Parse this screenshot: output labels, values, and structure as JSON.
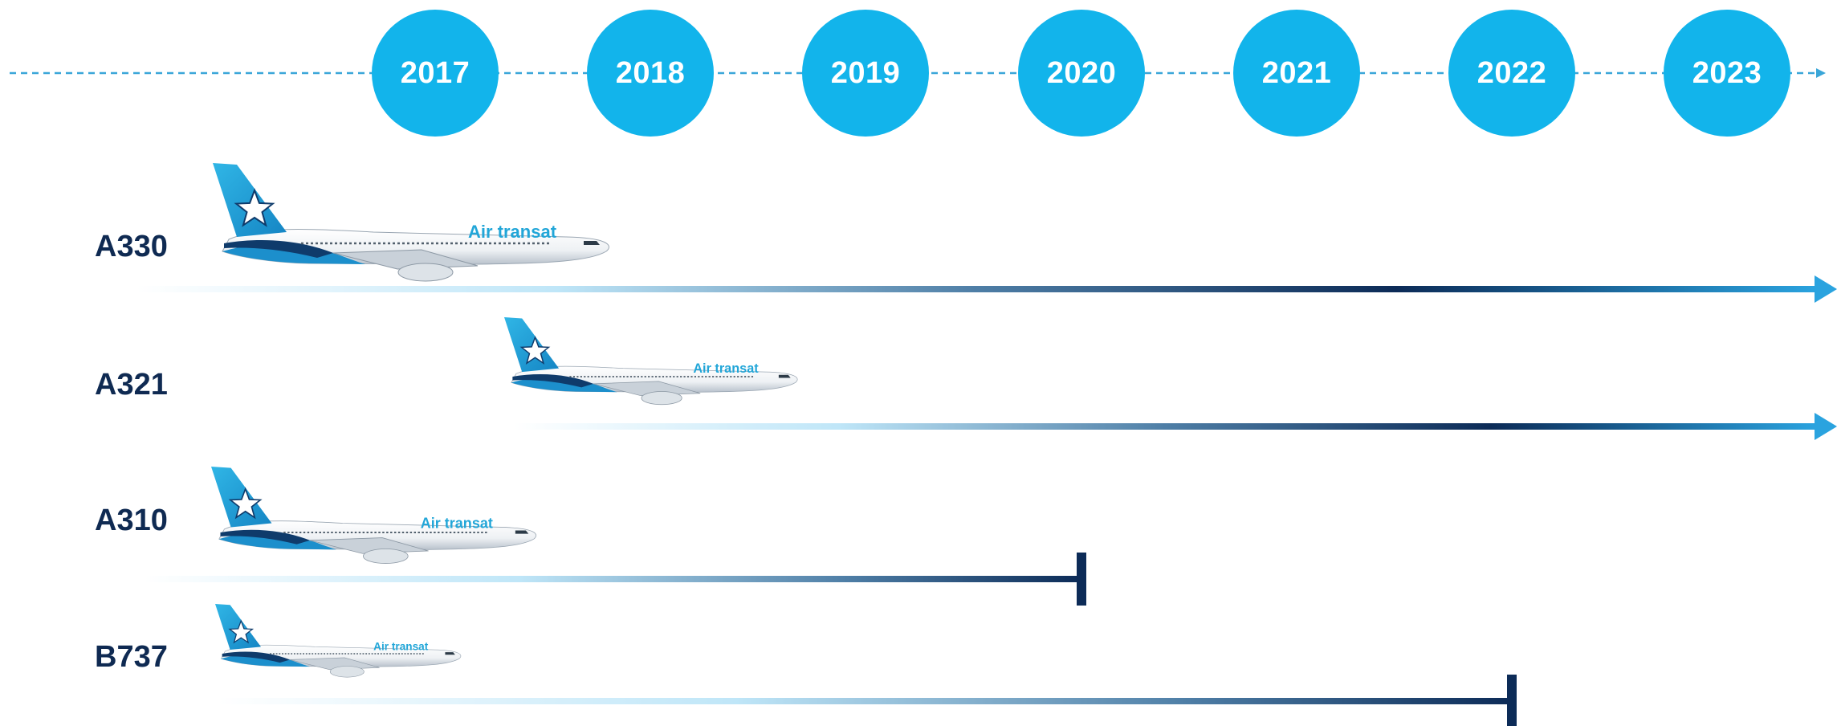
{
  "timeline": {
    "years": [
      "2017",
      "2018",
      "2019",
      "2020",
      "2021",
      "2022",
      "2023"
    ],
    "colors": {
      "circle": "#12b4eb",
      "dashed_line": "#3aa6d8"
    }
  },
  "fleet": [
    {
      "type": "A330",
      "livery": "Air transat",
      "end_year": "2023+",
      "continues": true
    },
    {
      "type": "A321",
      "livery": "Air transat",
      "end_year": "2023+",
      "continues": true
    },
    {
      "type": "A310",
      "livery": "Air transat",
      "end_year": "2020",
      "continues": false
    },
    {
      "type": "B737",
      "livery": "Air transat",
      "end_year": "2022",
      "continues": false
    }
  ],
  "colors": {
    "bar_light": "#dff3fb",
    "bar_dark": "#0c2b57",
    "bar_arrow": "#2aa3df",
    "label": "#0f2a52",
    "brand_teal": "#22a6d8",
    "brand_navy": "#0f3b6b"
  }
}
